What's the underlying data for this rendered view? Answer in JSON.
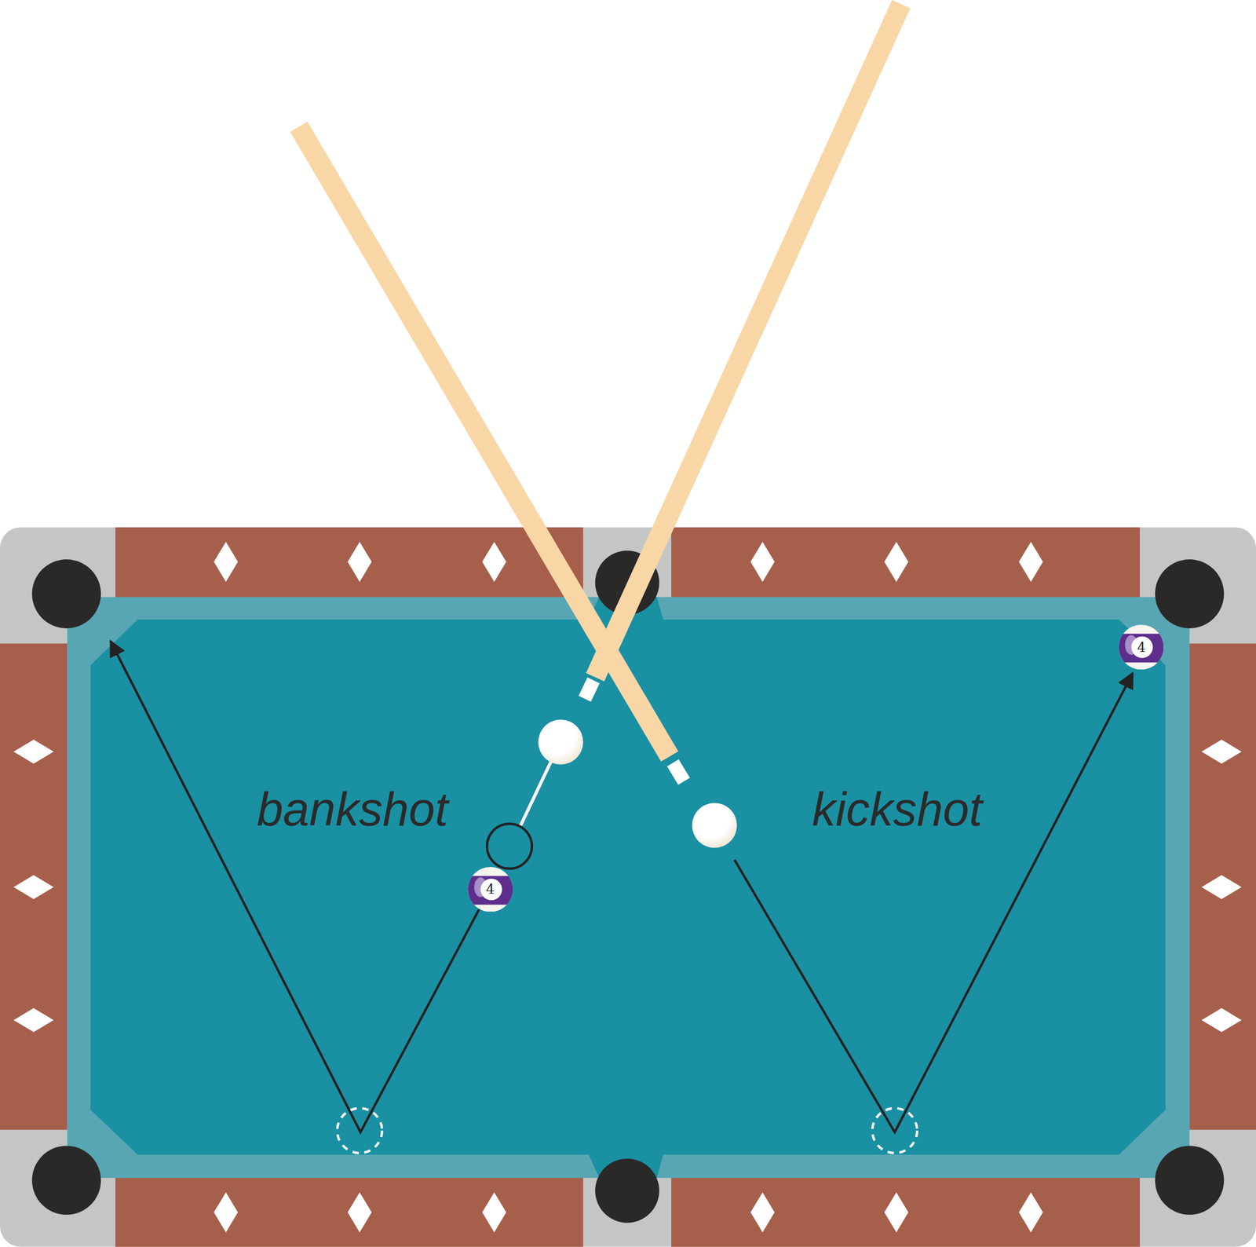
{
  "diagram": {
    "nodes": [
      {
        "text": [
          "4"
        ]
      },
      {
        "text": [
          "4"
        ]
      }
    ],
    "labels": [
      "bankshot",
      "kickshot"
    ]
  }
}
